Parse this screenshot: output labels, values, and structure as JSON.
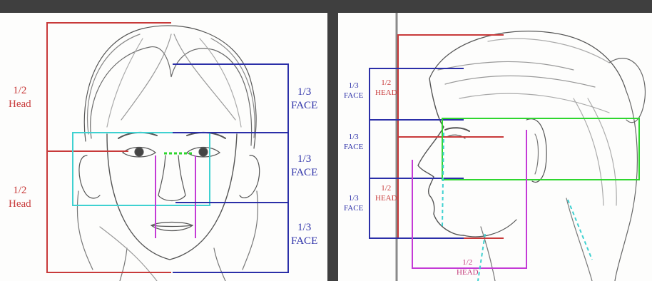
{
  "front_view": {
    "labels": {
      "half_head_upper": {
        "fraction": "1/2",
        "word": "Head"
      },
      "half_head_lower": {
        "fraction": "1/2",
        "word": "Head"
      },
      "third_face_1": {
        "fraction": "1/3",
        "word": "FACE"
      },
      "third_face_2": {
        "fraction": "1/3",
        "word": "FACE"
      },
      "third_face_3": {
        "fraction": "1/3",
        "word": "FACE"
      }
    }
  },
  "profile_view": {
    "labels": {
      "third_face_1": {
        "fraction": "1/3",
        "word": "FACE"
      },
      "third_face_2": {
        "fraction": "1/3",
        "word": "FACE"
      },
      "third_face_3": {
        "fraction": "1/3",
        "word": "FACE"
      },
      "half_head_upper": {
        "fraction": "1/2",
        "word": "HEAD"
      },
      "half_head_lower": {
        "fraction": "1/2",
        "word": "HEAD"
      },
      "half_head_bottom": {
        "fraction": "1/2",
        "word": "HEAD"
      }
    }
  },
  "colors": {
    "head_lines": "#c83a3a",
    "face_lines": "#2b2fa8",
    "eye_band": "#3fd1d1",
    "nose_mouth_width": "#c43ad6",
    "ear_band": "#2fd62f",
    "background_bar": "#3f3f3f"
  }
}
